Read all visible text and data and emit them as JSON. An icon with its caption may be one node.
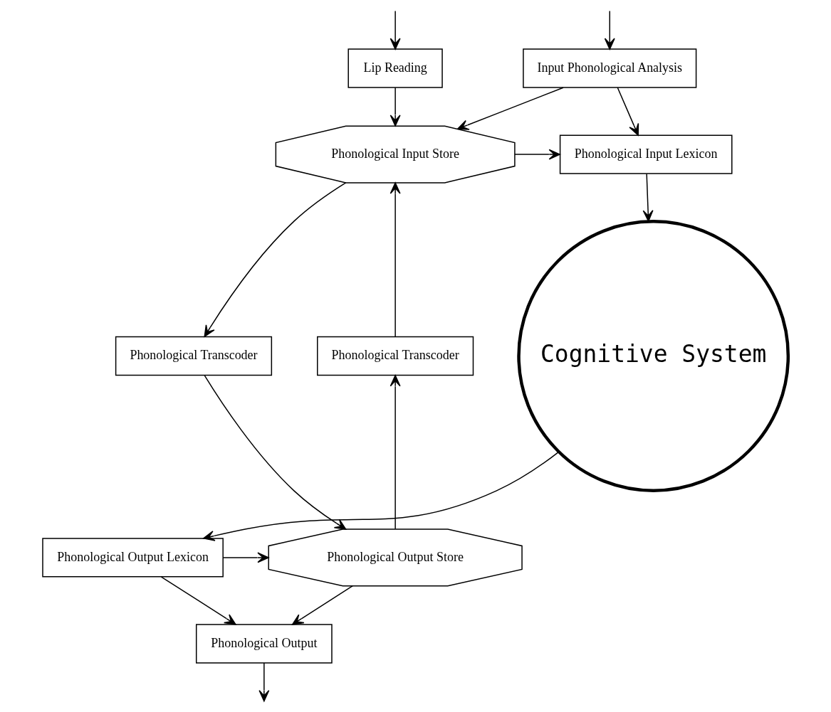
{
  "diagram": {
    "nodes": [
      {
        "text": [
          "Lip Reading"
        ]
      },
      {
        "text": [
          "Input Phonological Analysis"
        ]
      },
      {
        "text": [
          "Phonological Input Store"
        ]
      },
      {
        "text": [
          "Phonological Input Lexicon"
        ]
      },
      {
        "text": [
          "Cognitive System"
        ]
      },
      {
        "text": [
          "Phonological Transcoder"
        ]
      },
      {
        "text": [
          "Phonological Transcoder"
        ]
      },
      {
        "text": [
          "Phonological Output Store"
        ]
      },
      {
        "text": [
          "Phonological Output Lexicon"
        ]
      },
      {
        "text": [
          "Phonological Output"
        ]
      }
    ],
    "edges": [
      {
        "from": null,
        "to": 0,
        "arrow": "to"
      },
      {
        "from": null,
        "to": 1,
        "arrow": "to"
      },
      {
        "from": 0,
        "to": 2,
        "arrow": "to"
      },
      {
        "from": 1,
        "to": 2,
        "arrow": "to"
      },
      {
        "from": 1,
        "to": 3,
        "arrow": "to"
      },
      {
        "from": 2,
        "to": 3,
        "arrow": "to"
      },
      {
        "from": 3,
        "to": 4,
        "arrow": "to"
      },
      {
        "from": 2,
        "to": 6,
        "arrow": "to"
      },
      {
        "from": 5,
        "to": 2,
        "arrow": "to"
      },
      {
        "from": 6,
        "to": 7,
        "arrow": "to"
      },
      {
        "from": 7,
        "to": 5,
        "arrow": "to"
      },
      {
        "from": 4,
        "to": 8,
        "arrow": "to"
      },
      {
        "from": 8,
        "to": 7,
        "arrow": "to"
      },
      {
        "from": 8,
        "to": 9,
        "arrow": "to"
      },
      {
        "from": 7,
        "to": 9,
        "arrow": "to"
      },
      {
        "from": 9,
        "to": null,
        "arrow": "to"
      }
    ]
  }
}
